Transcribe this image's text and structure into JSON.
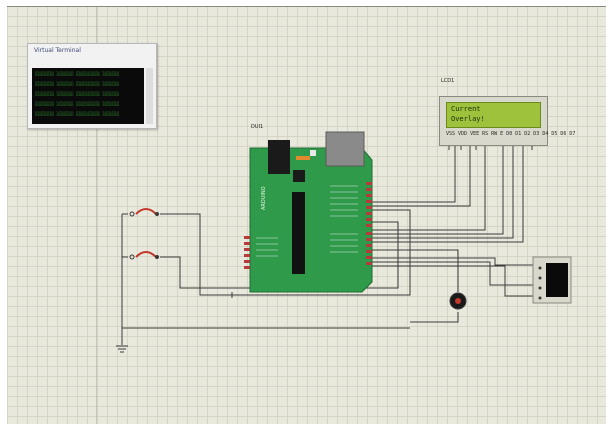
{
  "terminal": {
    "title": "Virtual Terminal",
    "lines": [
      "░░░░░░░░   ░░░░░░░  ░░░░░░░░░░ ░░░░░░░",
      "░░░░░░░░   ░░░░░░░  ░░░░░░░░░░ ░░░░░░░",
      "░░░░░░░░   ░░░░░░░  ░░░░░░░░░░ ░░░░░░░",
      "░░░░░░░░   ░░░░░░░  ░░░░░░░░░░ ░░░░░░░",
      "░░░░░░░░   ░░░░░░░  ░░░░░░░░░░ ░░░░░░░"
    ]
  },
  "lcd": {
    "ref": "LCD1",
    "line1": "Current ",
    "line2": "Overlay!",
    "pins": "VSS VDD VEE RS RW E D0 D1 D2 D3 D4 D5 D6 D7"
  },
  "arduino": {
    "ref": "DUI1"
  },
  "colors": {
    "board": "#2f9a4a",
    "board_dark": "#1f6e33",
    "wire": "#3a3a3a",
    "pin": "#b33b3b",
    "grid_bg": "#e9e8dc",
    "lcd_screen": "#9ec23b"
  },
  "icons": {
    "ground": "ground-symbol-icon",
    "motor": "motor-icon",
    "switch": "switch-icon"
  }
}
